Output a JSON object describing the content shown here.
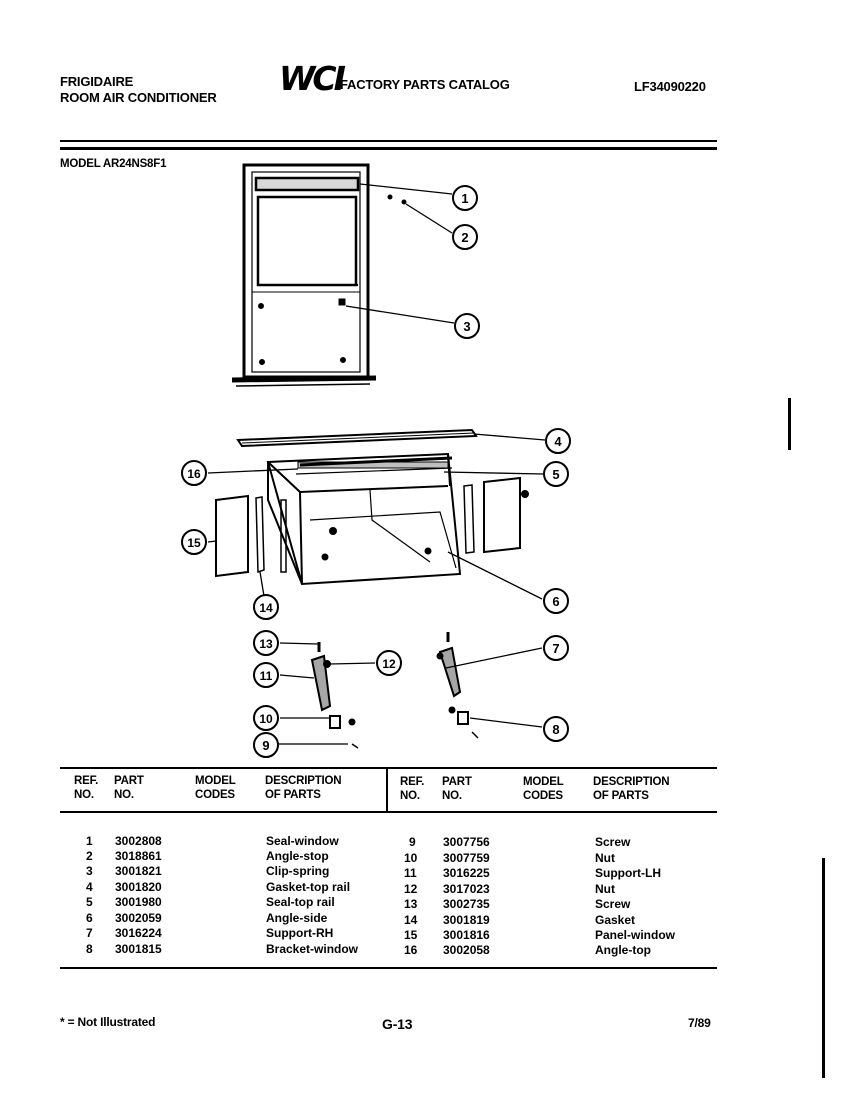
{
  "header": {
    "brand": "FRIGIDAIRE",
    "product": "ROOM AIR CONDITIONER",
    "logo": "WCI",
    "catalog": "FACTORY PARTS CATALOG",
    "doc_number": "LF34090220",
    "model": "MODEL AR24NS8F1"
  },
  "callouts": [
    "1",
    "2",
    "3",
    "4",
    "5",
    "6",
    "7",
    "8",
    "9",
    "10",
    "11",
    "12",
    "13",
    "14",
    "15",
    "16"
  ],
  "table": {
    "headers": {
      "ref_1": "REF.",
      "ref_2": "NO.",
      "part_1": "PART",
      "part_2": "NO.",
      "model_1": "MODEL",
      "model_2": "CODES",
      "desc_1": "DESCRIPTION",
      "desc_2": "OF PARTS"
    },
    "left": [
      {
        "ref": "1",
        "part": "3002808",
        "desc": "Seal-window"
      },
      {
        "ref": "2",
        "part": "3018861",
        "desc": "Angle-stop"
      },
      {
        "ref": "3",
        "part": "3001821",
        "desc": "Clip-spring"
      },
      {
        "ref": "4",
        "part": "3001820",
        "desc": "Gasket-top rail"
      },
      {
        "ref": "5",
        "part": "3001980",
        "desc": "Seal-top rail"
      },
      {
        "ref": "6",
        "part": "3002059",
        "desc": "Angle-side"
      },
      {
        "ref": "7",
        "part": "3016224",
        "desc": "Support-RH"
      },
      {
        "ref": "8",
        "part": "3001815",
        "desc": "Bracket-window"
      }
    ],
    "right": [
      {
        "ref": "9",
        "part": "3007756",
        "desc": "Screw"
      },
      {
        "ref": "10",
        "part": "3007759",
        "desc": "Nut"
      },
      {
        "ref": "11",
        "part": "3016225",
        "desc": "Support-LH"
      },
      {
        "ref": "12",
        "part": "3017023",
        "desc": "Nut"
      },
      {
        "ref": "13",
        "part": "3002735",
        "desc": "Screw"
      },
      {
        "ref": "14",
        "part": "3001819",
        "desc": "Gasket"
      },
      {
        "ref": "15",
        "part": "3001816",
        "desc": "Panel-window"
      },
      {
        "ref": "16",
        "part": "3002058",
        "desc": "Angle-top"
      }
    ]
  },
  "footer": {
    "note": "* = Not Illustrated",
    "page": "G-13",
    "date": "7/89"
  }
}
